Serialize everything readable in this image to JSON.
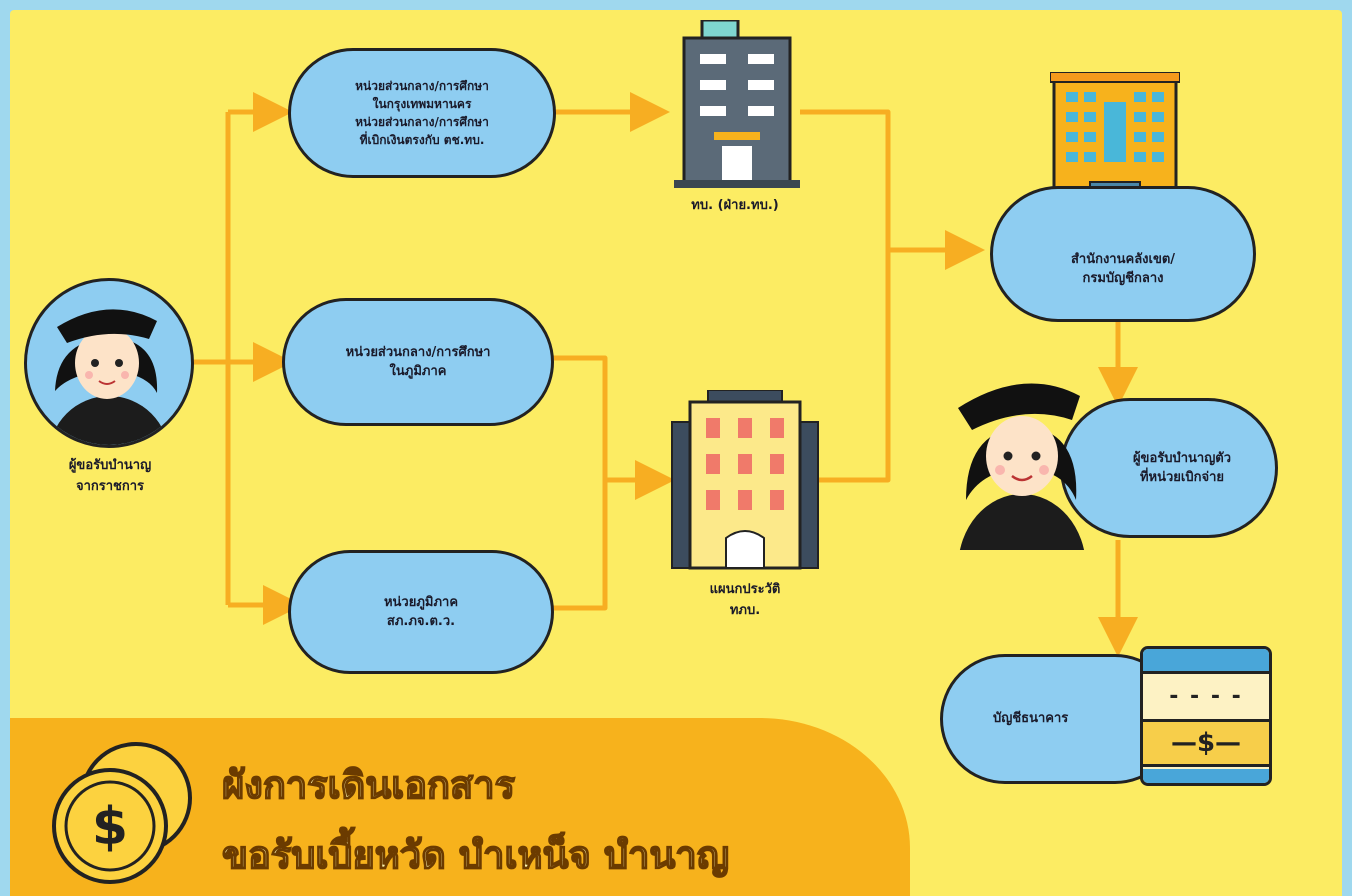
{
  "nodes": {
    "retiree": "ผู้ขอรับบำนาญ\nจากราชการ",
    "central_unit": "หน่วยส่วนกลาง/การศึกษา\nในกรุงเทพมหานคร\nหน่วยส่วนกลาง/การศึกษา\nที่เบิกเงินตรงกับ ตช.ทบ.",
    "regional_unit": "หน่วยส่วนกลาง/การศึกษา\nในภูมิภาค",
    "provincial_unit": "หน่วยภูมิภาค\nสภ.ภจ.ต.ว.",
    "finance_office": "ทบ. (ฝ่าย.ทบ.)",
    "history_office": "แผนกประวัติ\nทภบ.",
    "comptroller": "สำนักงานคลังเขต/\nกรมบัญชีกลาง",
    "recipient": "ผู้ขอรับบำนาญตัว\nที่หน่วยเบิกจ่าย",
    "bank_account": "บัญชีธนาคาร"
  },
  "bankbook": {
    "dashes": "- - - -",
    "symbol": "—$—"
  },
  "banner": {
    "line1": "ผังการเดินเอกสาร",
    "line2": "ขอรับเบี้ยหวัด บำเหน็จ บำนาญ"
  },
  "colors": {
    "background": "#fcec63",
    "node": "#8ecdf1",
    "arrow": "#f7ae22",
    "banner": "#f7b21c"
  }
}
